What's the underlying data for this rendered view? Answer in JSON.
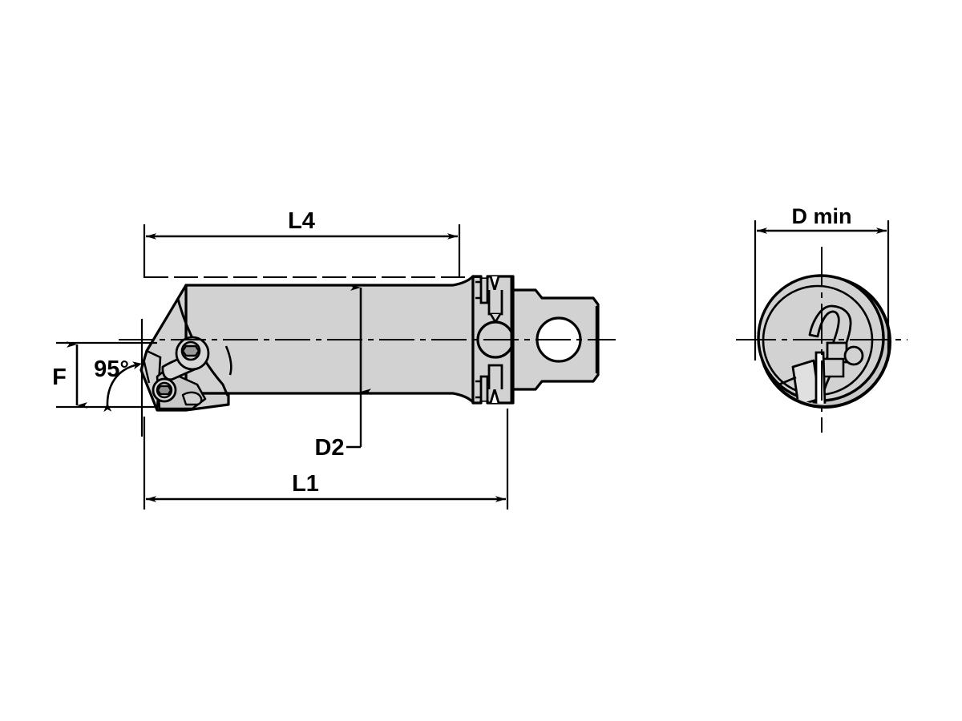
{
  "drawing": {
    "type": "engineering-drawing",
    "subject": "Indexable boring bar / turning cutting unit with quick-change coupling",
    "views": [
      {
        "name": "side-view",
        "label": ""
      },
      {
        "name": "end-view",
        "label": ""
      }
    ],
    "background_color": "#ffffff",
    "line_color": "#000000",
    "body_fill": "#d2d2d2",
    "body_fill_light": "#dcdcdc",
    "insert_fill": "#c8c8c8"
  },
  "dimensions": {
    "l4": {
      "label": "L4",
      "view": "side-view",
      "orientation": "horizontal"
    },
    "l1": {
      "label": "L1",
      "view": "side-view",
      "orientation": "horizontal"
    },
    "d2": {
      "label": "D2",
      "view": "side-view",
      "orientation": "vertical"
    },
    "f": {
      "label": "F",
      "view": "side-view",
      "orientation": "vertical"
    },
    "angle": {
      "label": "95°",
      "view": "side-view",
      "orientation": "angular"
    },
    "dmin": {
      "label": "D min",
      "view": "end-view",
      "orientation": "horizontal"
    }
  },
  "labels": [
    "L4",
    "95°",
    "F",
    "D2",
    "L1",
    "D min"
  ]
}
